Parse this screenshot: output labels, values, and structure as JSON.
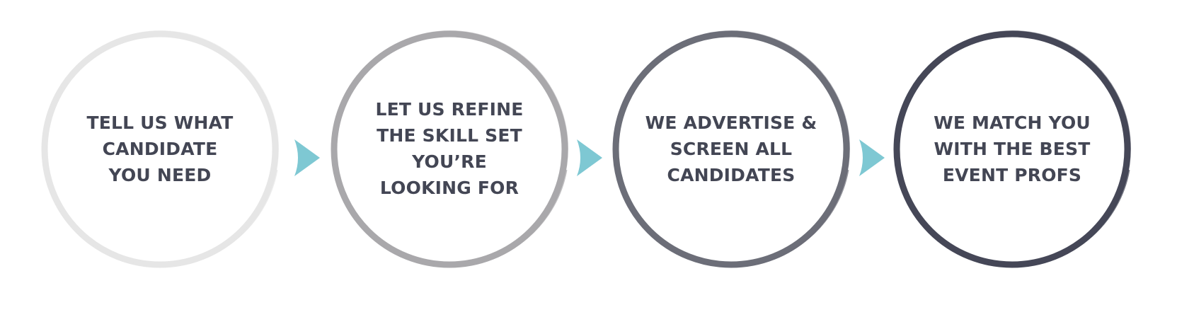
{
  "colors": {
    "text": "#434654",
    "arrow": "#7ec8d3",
    "ring_1": "#e6e6e6",
    "ring_2": "#a9a8ab",
    "ring_3": "#6c6e78",
    "ring_4": "#454757"
  },
  "steps": [
    {
      "lines": [
        "TELL US WHAT",
        "CANDIDATE",
        "YOU NEED"
      ]
    },
    {
      "lines": [
        "LET US REFINE",
        "THE SKILL SET",
        "YOU’RE",
        "LOOKING FOR"
      ]
    },
    {
      "lines": [
        "WE ADVERTISE &",
        "SCREEN ALL",
        "CANDIDATES"
      ]
    },
    {
      "lines": [
        "WE MATCH YOU",
        "WITH THE BEST",
        "EVENT PROFS"
      ]
    }
  ],
  "connector_icon": "chevron-right-icon"
}
